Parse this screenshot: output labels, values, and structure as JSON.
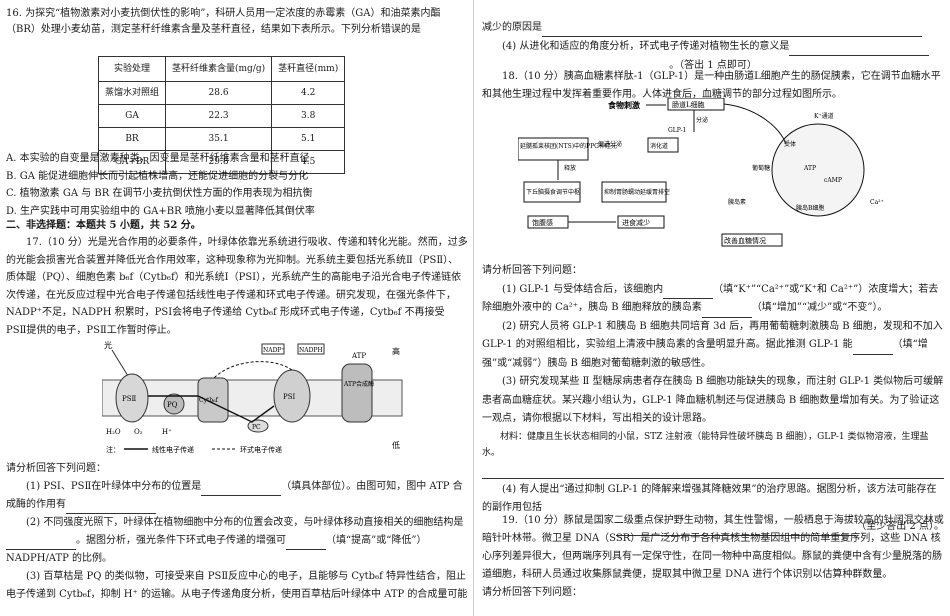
{
  "left": {
    "q16": {
      "stem": "16. 为探究“植物激素对小麦抗倒伏性的影响”，科研人员用一定浓度的赤霉素（GA）和油菜素内酯（BR）处理小麦幼苗，测定茎秆纤维素含量及茎秆直径，结果如下表所示。下列分析错误的是",
      "table": {
        "headers": [
          "实验处理",
          "茎秆纤维素含量(mg/g)",
          "茎秆直径(mm)"
        ],
        "rows": [
          [
            "蒸馏水对照组",
            "28.6",
            "4.2"
          ],
          [
            "GA",
            "22.3",
            "3.8"
          ],
          [
            "BR",
            "35.1",
            "5.1"
          ],
          [
            "GA+BR",
            "29.8",
            "4.5"
          ]
        ]
      },
      "options": [
        "A. 本实验的自变量是激素种类，因变量是茎秆纤维素含量和茎秆直径",
        "B. GA 能促进细胞伸长而引起植株增高，还能促进细胞的分裂与分化",
        "C. 植物激素 GA 与 BR 在调节小麦抗倒伏性方面的作用表现为相抗衡",
        "D. 生产实践中可用实验组中的 GA+BR 喷施小麦以显著降低其倒伏率"
      ]
    },
    "section2": "二、非选择题：本题共 5 小题，共 52 分。",
    "q17": {
      "stem": "17.（10 分）光是光合作用的必要条件，叶绿体依靠光系统进行吸收、传递和转化光能。然而，过多的光能会损害光合装置并降低光合作用效率，这种现象称为光抑制。光系统主要包括光系统Ⅱ（PSⅡ）、质体醌（PQ）、细胞色素 b₆f（Cytb₆f）和光系统Ⅰ（PSⅠ），光系统产生的高能电子沿光合电子传递链依次传递，在光反应过程中光合电子传递包括线性电子传递和环式电子传递。研究发现，在强光条件下，NADP⁺不足，NADPH 积累时，PSⅠ会将电子传递给 Cytb₆f 形成环式电子传递，Cytb₆f 不再接受 PSⅡ提供的电子，PSⅡ工作暂时停止。",
      "figure": {
        "light": "光",
        "labels": [
          "PSⅡ",
          "PQ",
          "Cytb₆f",
          "PSⅠ",
          "PC",
          "ATP合成酶",
          "NADP⁺",
          "NADPH",
          "ATP",
          "H₂O",
          "O₂",
          "H⁺"
        ],
        "side_high": "高",
        "side_low": "低",
        "legend_note": "注：",
        "legend_linear": "线性电子传递",
        "legend_cyclic": "环式电子传递"
      },
      "prompt": "请分析回答下列问题：",
      "sub1": "(1) PSⅠ、PSⅡ在叶绿体中分布的位置是",
      "sub1b": "（填具体部位）。由图可知，图中 ATP 合成酶的作用有",
      "sub2": "(2) 不同强度光照下，叶绿体在植物细胞中分布的位置会改变，与叶绿体移动直接相关的细胞结构是",
      "sub2b": "。据图分析，强光条件下环式电子传递的增强可",
      "sub2c": "（填“提高”或“降低”）NADPH/ATP 的比例。",
      "sub3": "(3) 百草枯是 PQ 的类似物，可接受来自 PSⅡ反应中心的电子，且能够与 Cytb₆f 特异性结合，阻止电子传递到 Cytb₆f，抑制 H⁺ 的运输。从电子传递角度分析，使用百草枯后叶绿体中 ATP 的合成量可能"
    }
  },
  "right": {
    "q17_end": "减少的原因是",
    "q17_4": "(4) 从进化和适应的角度分析，环式电子传递对植物生长的意义是",
    "q17_4_note": "。（答出 1 点即可）",
    "q18": {
      "stem": "18.（10 分）胰高血糖素样肽-1（GLP-1）是一种由肠道L细胞产生的肠促胰素，它在调节血糖水平和其他生理过程中发挥着重要作用。人体进食后，血糖调节的部分过程如图所示。",
      "figure": {
        "food": "食物刺激",
        "lcell": "肠道L细胞",
        "secrete": "分泌",
        "glp1": "GLP-1",
        "nts": "延髓孤束核团(NTS)中的PPG神经元",
        "promote_secrete": "促进分泌",
        "digest": "消化道",
        "release": "释放",
        "hypo": "下丘脑摄食调节中枢",
        "suppress": "抑制胃肠蠕动延缓胃排空",
        "satiety": "饱腹感",
        "intake": "进食减少",
        "improve": "改善血糖情况",
        "insulin": "胰岛素",
        "glucose": "葡萄糖",
        "receptor": "受体",
        "bcell": "胰岛B细胞",
        "k_channel": "K⁺通道",
        "ca": "Ca²⁺",
        "atp": "ATP",
        "camp": "cAMP"
      },
      "prompt": "请分析回答下列问题：",
      "sub1": "(1) GLP-1 与受体结合后，该细胞内",
      "sub1b": "（填“K⁺”“Ca²⁺”或“K⁺和 Ca²⁺”）浓度增大；若去除细胞外液中的 Ca²⁺，胰岛 B 细胞释放的胰岛素",
      "sub1c": "（填“增加”“减少”或“不变”）。",
      "sub2": "(2) 研究人员将 GLP-1 和胰岛 B 细胞共同培育 3d 后，再用葡萄糖刺激胰岛 B 细胞，发现和不加入 GLP-1 的对照组相比，实验组上清液中胰岛素的含量明显升高。据此推测 GLP-1 能",
      "sub2b": "（填“增强”或“减弱”）胰岛 B 细胞对葡萄糖刺激的敏感性。",
      "sub3": "(3) 研究发现某些 Ⅱ 型糖尿病患者存在胰岛 B 细胞功能缺失的现象，而注射 GLP-1 类似物后可缓解患者高血糖症状。某兴趣小组认为，GLP-1 降血糖机制还与促进胰岛 B 细胞数量增加有关。为了验证这一观点，请你根据以下材料，写出相关的设计思路。",
      "materials": "材料：健康且生长状态相同的小鼠，STZ 注射液（能特异性破坏胰岛 B 细胞），GLP-1 类似物溶液，生理盐水。",
      "sub4": "(4) 有人提出“通过抑制 GLP-1 的降解来增强其降糖效果”的治疗思路。据图分析，该方法可能存在的副作用包括",
      "sub4_note": "（至少答出 2 点）。"
    },
    "q19": {
      "stem": "19.（10 分）豚鼠是国家二级重点保护野生动物，其生性警惕，一般栖息于海拔较高的针阔混交林或暗针叶林带。微卫星 DNA（SSR）是广泛分布于各种真核生物基因组中的简单重复序列，这些 DNA 核心序列差异很大，但两端序列具有一定保守性，在同一物种中高度相似。豚鼠的粪便中含有少量脱落的肠道细胞，科研人员通过收集豚鼠粪便，提取其中微卫星 DNA 进行个体识别以估算种群数量。",
      "prompt": "请分析回答下列问题："
    }
  }
}
